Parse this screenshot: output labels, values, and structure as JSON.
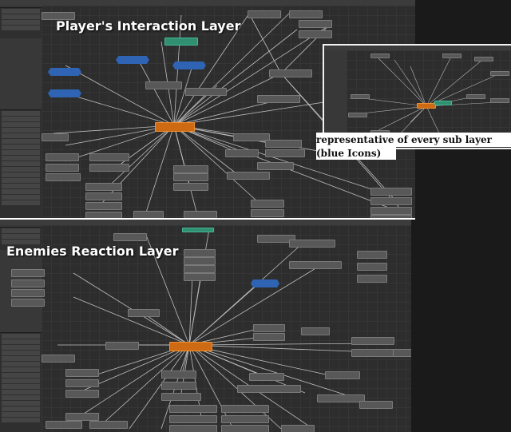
{
  "annotations": {
    "top_title": "Player's Interaction Layer",
    "bottom_title": "Enemies Reaction Layer",
    "inset_caption_line1": "representative of every sub layer",
    "inset_caption_line2": " (blue Icons)"
  },
  "colors": {
    "graph_background": "#2d2d2d",
    "state_node": "#585858",
    "entry_node": "#cf6a14",
    "default_node": "#2f8f70",
    "sub_state_machine": "#2e64b3",
    "caption_background": "#ffffff"
  }
}
